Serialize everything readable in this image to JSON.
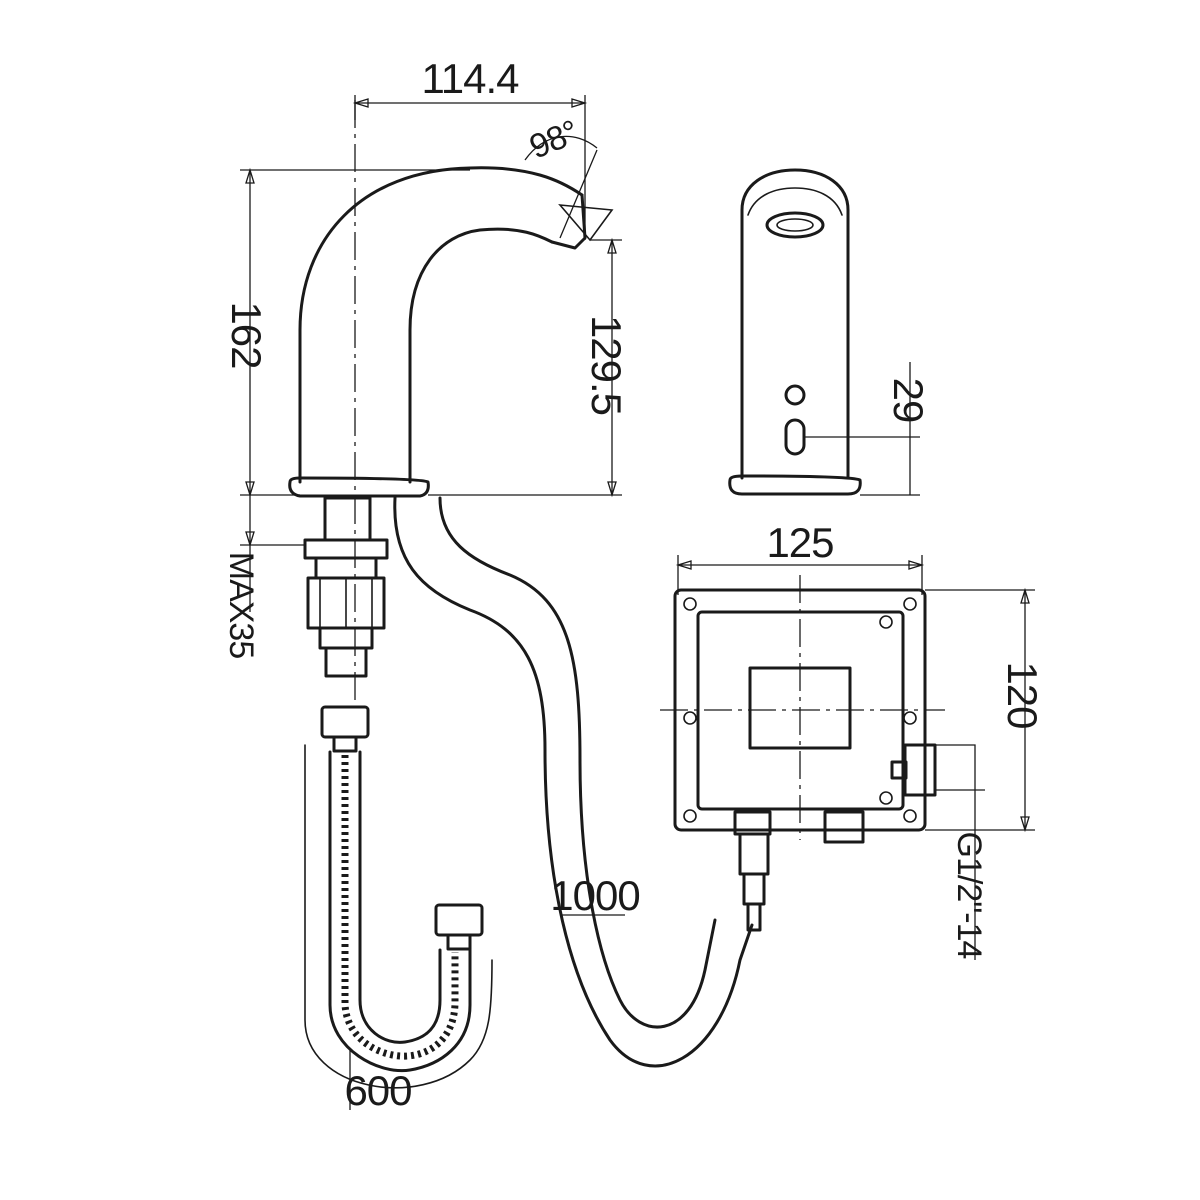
{
  "dimensions": {
    "spout_reach": "114.4",
    "angle": "98°",
    "total_height": "162",
    "outlet_height": "129.5",
    "sensor_height": "29",
    "max_deck": "MAX35",
    "box_width": "125",
    "box_height": "120",
    "thread": "G1/2\"-14",
    "cable_length": "1000",
    "hose_length": "600"
  }
}
